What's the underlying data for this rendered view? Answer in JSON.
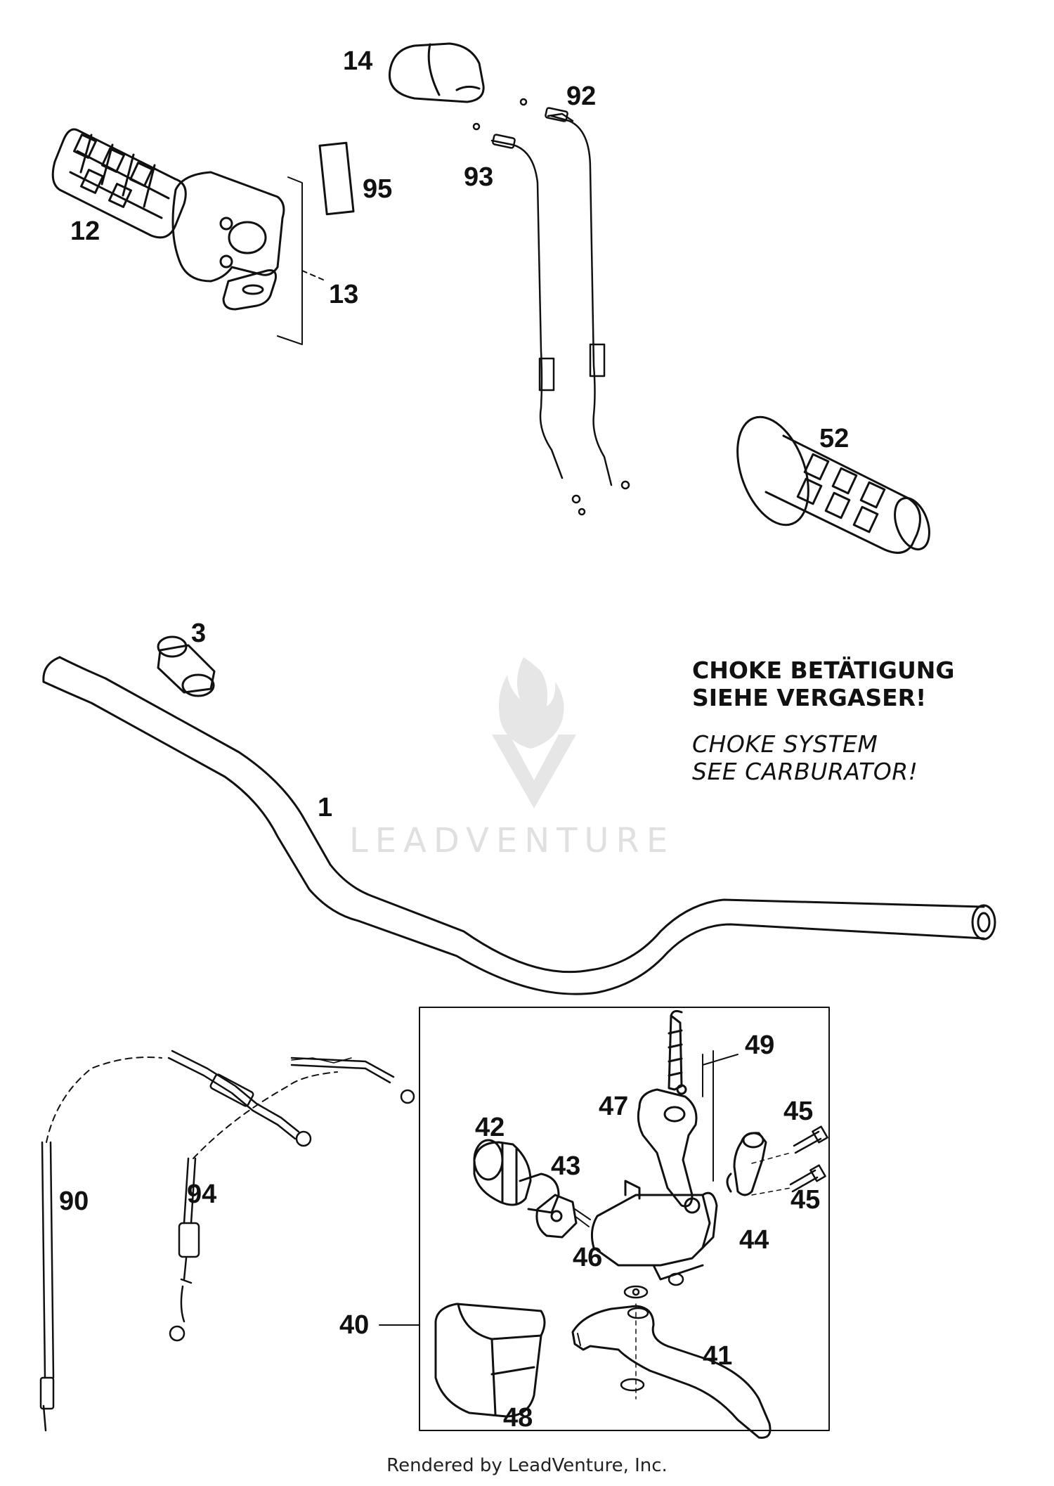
{
  "note": {
    "german_line1": "CHOKE BETÄTIGUNG",
    "german_line2": "SIEHE VERGASER!",
    "english_line1": "CHOKE SYSTEM",
    "english_line2": "SEE CARBURATOR!"
  },
  "watermark": {
    "text": "LEADVENTURE"
  },
  "footer": {
    "text": "Rendered by LeadVenture, Inc."
  },
  "callouts": {
    "c1": "1",
    "c3": "3",
    "c12": "12",
    "c13": "13",
    "c14": "14",
    "c40": "40",
    "c41": "41",
    "c42": "42",
    "c43": "43",
    "c44": "44",
    "c45a": "45",
    "c45b": "45",
    "c46": "46",
    "c47": "47",
    "c48": "48",
    "c49": "49",
    "c52": "52",
    "c90": "90",
    "c92": "92",
    "c93": "93",
    "c94": "94",
    "c95": "95"
  },
  "colors": {
    "line": "#111111",
    "paper": "#ffffff",
    "watermark": "#e0e0e0"
  }
}
